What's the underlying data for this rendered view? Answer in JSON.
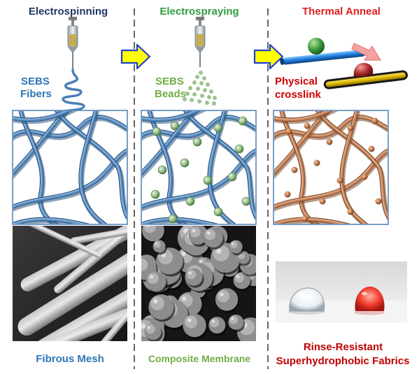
{
  "columns": [
    {
      "step_title": "Electrospinning",
      "material_label": [
        "SEBS",
        "Fibers"
      ],
      "caption": "Fibrous Mesh"
    },
    {
      "step_title": "Electrospraying",
      "material_label": [
        "SEBS",
        "Beads"
      ],
      "caption": "Composite Membrane"
    },
    {
      "step_title": "Thermal Anneal",
      "material_label": [
        "Physical",
        "crosslink"
      ],
      "caption": [
        "Rinse-Resistant",
        "Superhydrophobic Fabrics"
      ]
    }
  ],
  "colors": {
    "title_electrospinning": "#1f3864",
    "title_electrospraying": "#2e9e3e",
    "title_thermal": "#e02020",
    "fiber_blue": "#4a7fb5",
    "fiber_outline": "#2c5580",
    "bead_green": "#9dc38f",
    "fiber_copper": "#c47c4e",
    "divider": "#666666",
    "arrow_yellow": "#ffff00",
    "arrow_blue": "#2040d0",
    "caption_blue": "#2e75b6",
    "caption_green": "#70ad47",
    "caption_red": "#c00000",
    "droplet_red": "#e8302a"
  },
  "icons": [
    "syringe-icon",
    "syringe-icon",
    "right-arrow-icon",
    "right-arrow-icon",
    "anneal-arrow-icon"
  ]
}
